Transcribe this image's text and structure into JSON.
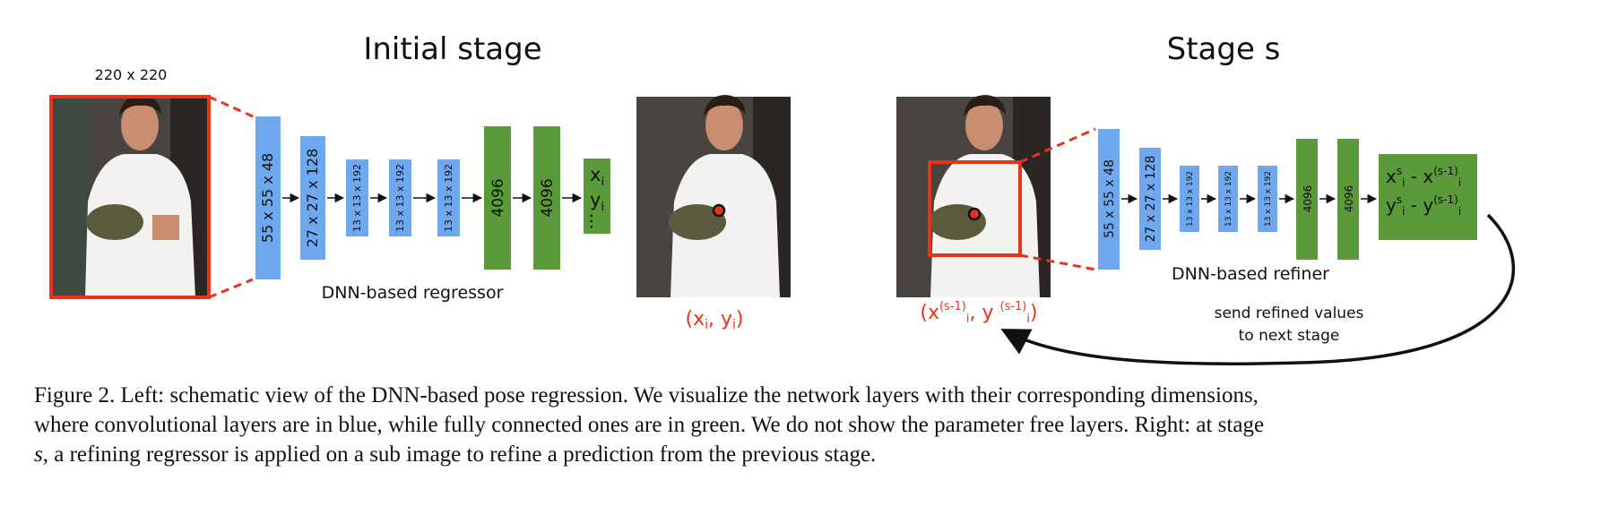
{
  "left": {
    "title": "Initial stage",
    "input_size": "220 x 220",
    "conv_layers": [
      "55 x 55 x 48",
      "27 x 27 x 128",
      "13 x 13 x 192",
      "13 x 13 x 192",
      "13 x 13 x 192"
    ],
    "fc_layers": [
      "4096",
      "4096"
    ],
    "output_labels": [
      "x",
      "i",
      "y",
      "i",
      "..."
    ],
    "network_label": "DNN-based regressor",
    "prediction_label": "(x",
    "prediction_sub1": "i",
    "prediction_sep": ", y",
    "prediction_sub2": "i",
    "prediction_close": ")"
  },
  "right": {
    "title": "Stage s",
    "conv_layers": [
      "55 x 55 x 48",
      "27 x 27 x 128",
      "13 x 13 x 192",
      "13 x 13 x 192",
      "13 x 13 x 192"
    ],
    "fc_layers": [
      "4096",
      "4096"
    ],
    "output_line1": {
      "a": "x",
      "a_sup": "s",
      "a_sub": "i",
      "op": " - x",
      "b_sup": "(s-1)",
      "b_sub": "i"
    },
    "output_line2": {
      "a": "y",
      "a_sup": "s",
      "a_sub": "i",
      "op": " - y",
      "b_sup": "(s-1)",
      "b_sub": "i"
    },
    "network_label": "DNN-based refiner",
    "prev_prediction": {
      "x": "(x",
      "x_sup": "(s-1)",
      "x_sub": "i",
      "sep": ", y ",
      "y_sup": "(s-1)",
      "y_sub": "i",
      "close": ")"
    },
    "feedback_label_1": "send refined values",
    "feedback_label_2": "to next stage"
  },
  "caption": {
    "line1": "Figure 2.  Left: schematic view of the DNN-based pose regression. We visualize the network layers with their corresponding dimensions,",
    "line2": "where convolutional layers are in blue, while fully connected ones are in green. We do not show the parameter free layers. Right: at stage",
    "line3_var": "s",
    "line3_rest": ", a refining regressor is applied on a sub image to refine a prediction from the previous stage."
  },
  "colors": {
    "conv": "#6fa8ef",
    "fc": "#5a9a3a",
    "highlight": "#e8331c",
    "arrow": "#111111"
  }
}
